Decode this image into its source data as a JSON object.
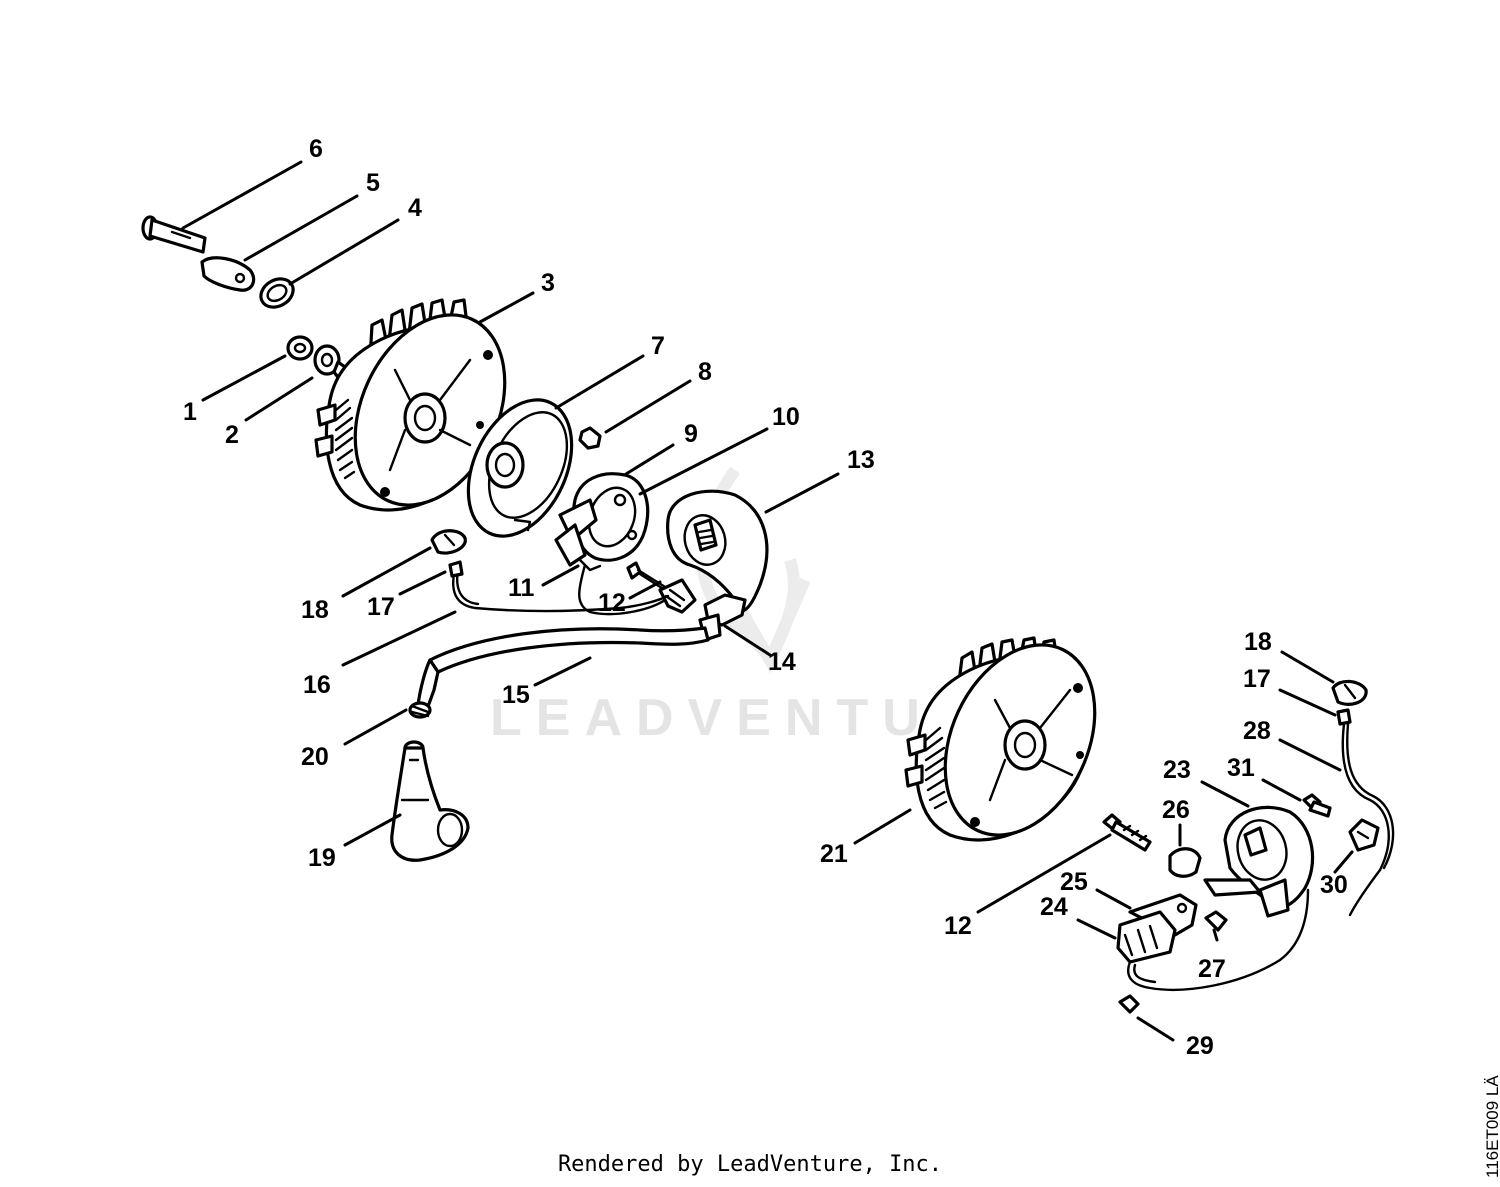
{
  "watermark": "LEADVENTURE",
  "credit": "Rendered by LeadVenture, Inc.",
  "drawing_code": "116ET009 LÄ",
  "callouts": {
    "c1": "1",
    "c2": "2",
    "c3": "3",
    "c4": "4",
    "c5": "5",
    "c6": "6",
    "c7": "7",
    "c8": "8",
    "c9": "9",
    "c10": "10",
    "c11": "11",
    "c12a": "12",
    "c13": "13",
    "c14": "14",
    "c15": "15",
    "c16": "16",
    "c17a": "17",
    "c18a": "18",
    "c19": "19",
    "c20": "20",
    "c21": "21",
    "c12b": "12",
    "c18b": "18",
    "c17b": "17",
    "c28": "28",
    "c23": "23",
    "c31": "31",
    "c26": "26",
    "c25": "25",
    "c24": "24",
    "c27": "27",
    "c30": "30",
    "c29": "29"
  }
}
